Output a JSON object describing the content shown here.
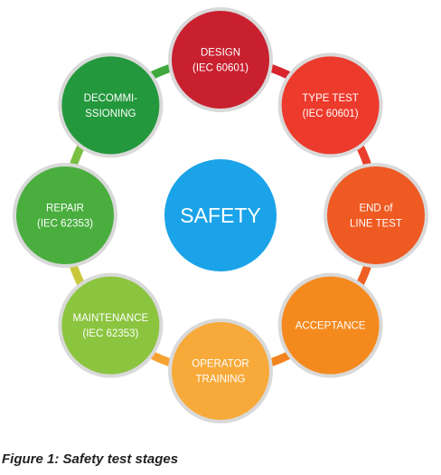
{
  "diagram": {
    "center": {
      "label": "SAFETY",
      "color": "#1aa3e8"
    },
    "stages": [
      {
        "id": "design",
        "lines": [
          "DESIGN",
          "(IEC 60601)"
        ],
        "color": "#c8202f"
      },
      {
        "id": "type-test",
        "lines": [
          "TYPE TEST",
          "(IEC 60601)"
        ],
        "color": "#ec3a2c"
      },
      {
        "id": "end-of-line-test",
        "lines": [
          "END of",
          "LINE TEST"
        ],
        "color": "#ef5a22"
      },
      {
        "id": "acceptance",
        "lines": [
          "ACCEPTANCE"
        ],
        "color": "#f48a1e"
      },
      {
        "id": "operator-training",
        "lines": [
          "OPERATOR",
          "TRAINING"
        ],
        "color": "#f7aa3a"
      },
      {
        "id": "maintenance",
        "lines": [
          "MAINTENANCE",
          "(IEC 62353)"
        ],
        "color": "#8bc43f"
      },
      {
        "id": "repair",
        "lines": [
          "REPAIR",
          "(IEC 62353)"
        ],
        "color": "#4aae3f"
      },
      {
        "id": "decommissioning",
        "lines": [
          "DECOMMI-",
          "SSIONING"
        ],
        "color": "#23983c"
      }
    ],
    "ring_colors": [
      "#d8242c",
      "#ea3e2c",
      "#ef5f24",
      "#f3841f",
      "#f6a233",
      "#c8c83a",
      "#7bbf42",
      "#3ea83c"
    ],
    "node_border_color": "#d9d9d9"
  },
  "caption": "Figure 1: Safety test stages"
}
